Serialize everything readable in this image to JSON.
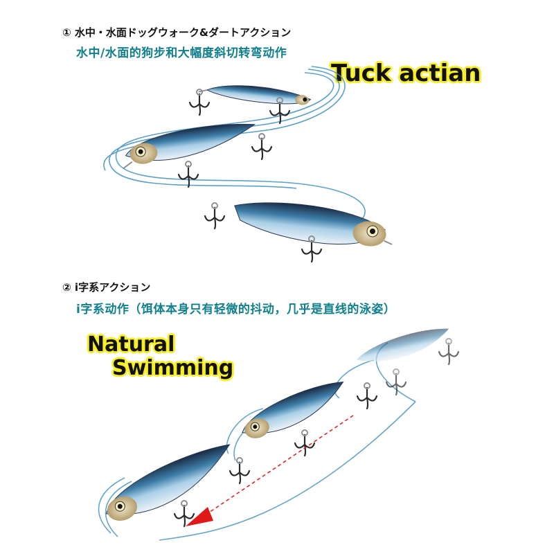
{
  "section1": {
    "heading_jp": "① 水中・水面ドッグウォーク&ダートアクション",
    "heading_cn": "水中/水面的狗步和大幅度斜切转弯动作",
    "caption": "Tuck actian"
  },
  "section2": {
    "heading_jp": "② i字系アクション",
    "heading_cn": "i字系动作（饵体本身只有轻微的抖动，几乎是直线的泳姿）",
    "caption_line1": "Natural",
    "caption_line2": "Swimming"
  },
  "colors": {
    "lure_back": "#1a2a44",
    "lure_belly": "#e9eef6",
    "lure_side": "#5f9fc6",
    "trail": "#3f8fc0",
    "arrow": "#e01818",
    "caption_highlight": "#f7ee23",
    "heading_cn": "#0f7f8c"
  },
  "icons": [
    "fishing-lure-icon",
    "treble-hook-icon",
    "direction-arrow-icon"
  ]
}
